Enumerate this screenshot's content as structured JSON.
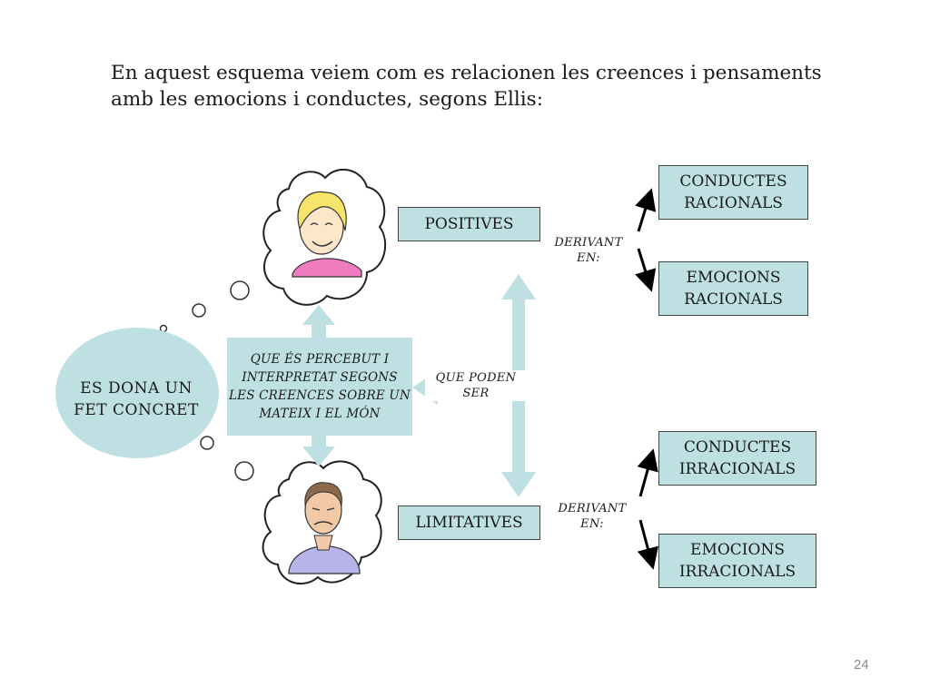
{
  "title": "En aquest esquema veiem com es relacionen les creences i pensaments amb les emocions i conductes, segons Ellis:",
  "fact": "ES DONA UN FET CONCRET",
  "interpretation": "QUE ÉS PERCEBUT I INTERPRETAT SEGONS LES CREENCES SOBRE UN MATEIX I EL MÓN",
  "positive": "POSITIVES",
  "limiting": "LIMITATIVES",
  "can_be": "QUE PODEN SER",
  "deriving_top": "DERIVANT EN:",
  "deriving_bottom": "DERIVANT EN:",
  "outcomes": {
    "rational_conduct": "CONDUCTES RACIONALS",
    "rational_emotion": "EMOCIONS RACIONALS",
    "irrational_conduct": "CONDUCTES IRRACIONALS",
    "irrational_emotion": "EMOCIONS IRRACIONALS"
  },
  "page_number": "24",
  "colors": {
    "box_fill": "#bfe0e3",
    "arrow_fill": "#bfe0e3",
    "border": "#444444"
  }
}
